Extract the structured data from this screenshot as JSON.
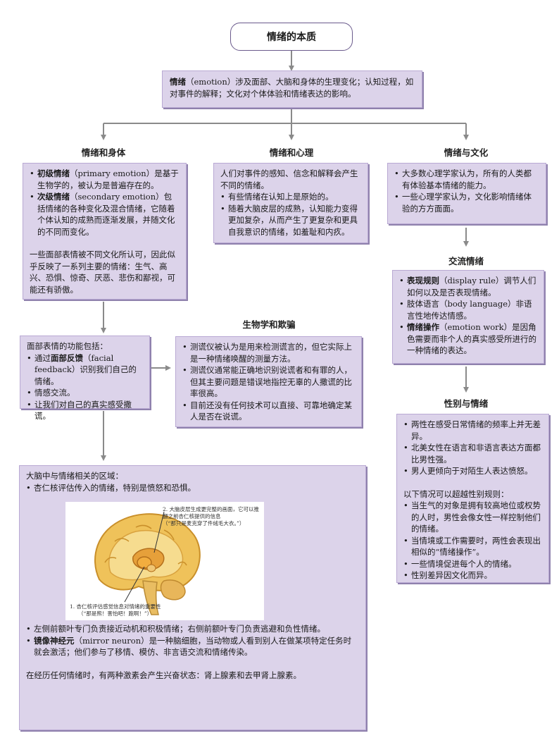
{
  "title": "情绪的本质",
  "definition": {
    "term": "情绪",
    "rest": "（emotion）涉及面部、大脑和身体的生理变化；认知过程，如对事件的解释；文化对个体体验和情绪表达的影响。"
  },
  "branches": {
    "body": "情绪和身体",
    "mind": "情绪和心理",
    "culture": "情绪与文化"
  },
  "body_box": {
    "items": [
      {
        "term": "初级情绪",
        "text": "（primary emotion）是基于生物学的，被认为是普遍存在的。"
      },
      {
        "term": "次级情绪",
        "text": "（secondary emotion）包括情绪的各种变化及混合情绪，它随着个体认知的成熟而逐渐发展，并随文化的不同而变化。"
      }
    ],
    "para": "一些面部表情被不同文化所认可，因此似乎反映了一系列主要的情绪：生气、高兴、恐惧、惊奇、厌恶、悲伤和鄙视，可能还有骄傲。"
  },
  "mind_box": {
    "intro": "人们对事件的感知、信念和解释会产生不同的情绪。",
    "items": [
      "有些情绪在认知上是原始的。",
      "随着大脑皮层的成熟，认知能力变得更加复杂，从而产生了更复杂和更具自我意识的情绪，如羞耻和内疚。"
    ]
  },
  "culture_box": {
    "items": [
      "大多数心理学家认为，所有的人类都有体验基本情绪的能力。",
      "一些心理学家认为，文化影响情绪体验的方方面面。"
    ]
  },
  "face_box": {
    "intro": "面部表情的功能包括：",
    "item1_pre": "通过",
    "item1_term": "面部反馈",
    "item1_post": "（facial feedback）识别我们自己的情绪。",
    "items": [
      "情感交流。",
      "让我们对自己的真实感受撒谎。"
    ]
  },
  "bio_heading": "生物学和欺骗",
  "bio_box": {
    "items": [
      "测谎仪被认为是用来检测谎言的，但它实际上是一种情绪唤醒的测量方法。",
      "测谎仪通常能正确地识别说谎者和有罪的人，但其主要问题是错误地指控无辜的人撒谎的比率很高。",
      "目前还没有任何技术可以直接、可靠地确定某人是否在说谎。"
    ]
  },
  "comm_heading": "交流情绪",
  "comm_box": {
    "items": [
      {
        "term": "表现规则",
        "text": "（display rule）调节人们如何以及是否表现情绪。"
      },
      {
        "term": "",
        "text": "肢体语言（body language）非语言性地传达情感。"
      },
      {
        "term": "情绪操作",
        "text": "（emotion work）是因角色需要而非个人的真实感受所进行的一种情绪的表达。"
      }
    ]
  },
  "gender_heading": "性别与情绪",
  "gender_box": {
    "items": [
      "两性在感受日常情绪的频率上并无差异。",
      "北美女性在语言和非语言表达方面都比男性强。",
      "男人更倾向于对陌生人表达愤怒。"
    ],
    "para": "以下情况可以超越性别规则：",
    "items2": [
      "当生气的对象是拥有较高地位或权势的人时，男性会像女性一样控制他们的情绪。",
      "当情境或工作需要时，两性会表现出相似的“情绪操作”。",
      "一些情境促进每个人的情绪。",
      "性别差异因文化而异。"
    ]
  },
  "brain_box": {
    "intro": "大脑中与情绪相关的区域：",
    "item1": "杏仁核评估传入的情绪，特别是愤怒和恐惧。",
    "caption2": "2. 大脑皮层生成更完整的画面，它可以推翻之前杏仁核提供的信息",
    "caption2_quote": "（“那只是麦克穿了件绒毛大衣。”）",
    "caption1": "1. 杏仁核评估感觉信息对情绪的重要性",
    "caption1_quote": "（“那是熊！害怕吧！跑啊！”）",
    "item2": "左侧前额叶专门负责接近动机和积极情绪；右侧前额叶专门负责逃避和负性情绪。",
    "item3_term": "镜像神经元",
    "item3_text": "（mirror neuron）是一种脑细胞，当动物或人看到别人在做某项特定任务时就会激活；他们参与了移情、模仿、非言语交流和情绪传染。",
    "para": "在经历任何情绪时，有两种激素会产生兴奋状态：肾上腺素和去甲肾上腺素。"
  },
  "colors": {
    "box_fill": "#dcd3ea",
    "box_border": "#b9a9d3",
    "box_shadow": "#8f81ad",
    "line": "#8a8a8a"
  }
}
